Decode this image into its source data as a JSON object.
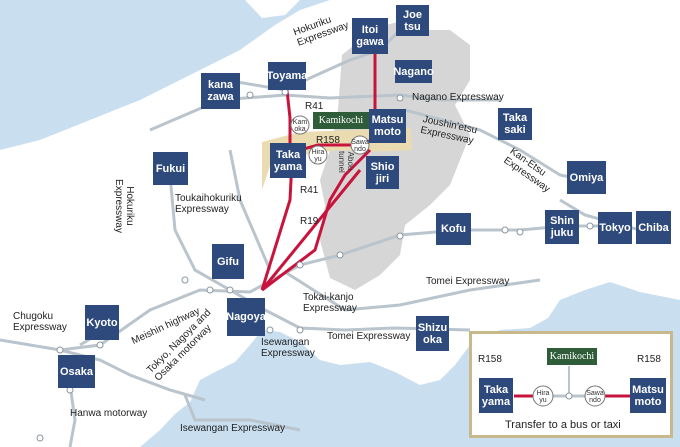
{
  "cities": {
    "joetsu": "Joe\ntsu",
    "itoigawa": "Itoi\ngawa",
    "nagano": "Nagano",
    "toyama": "Toyama",
    "kanazawa": "kana\nzawa",
    "matsumoto": "Matsu\nmoto",
    "takasaki": "Taka\nsaki",
    "fukui": "Fukui",
    "takayama": "Taka\nyama",
    "shiojiri": "Shio\njiri",
    "omiya": "Omiya",
    "kofu": "Kofu",
    "shinjuku": "Shin\njuku",
    "tokyo": "Tokyo",
    "chiba": "Chiba",
    "gifu": "Gifu",
    "nagoya": "Nagoya",
    "kyoto": "Kyoto",
    "osaka": "Osaka",
    "shizuoka": "Shizu\noka"
  },
  "destination": "Kamikochi",
  "stops": {
    "kamaoka": "Kam\noka",
    "hirayu": "Hira\nyu",
    "sawando": "Sawa\nndo"
  },
  "routes": {
    "r41_north": "R41",
    "r158": "R158",
    "r41_south": "R41",
    "r19": "R19"
  },
  "tunnel": "Abou\ntunnel",
  "expressways": {
    "hokuriku_top": "Hokuriku\nExpressway",
    "nagano_exp": "Nagano Expressway",
    "joushinetsu": "Joushin'etsu\nExpressway",
    "kanetsu": "Kan-Etsu\nExpressway",
    "hokuriku_left": "Hokuriku\nExpressway",
    "toukaihokuriku": "Toukaihokuriku\nExpressway",
    "tomei_east": "Tomei Expressway",
    "tokai_kanjo": "Tokai-kanjo\nExpressway",
    "meishin": "Meishin highway",
    "tokyo_nagoya_osaka": "Tokyo, Nagoya and\nOsaka motorway",
    "chugoku": "Chugoku\nExpressway",
    "isewangan_mid": "Isewangan\nExpressway",
    "tomei_mid": "Tomei Expressway",
    "hanwa": "Hanwa motorway",
    "isewangan_bottom": "Isewangan Expressway"
  },
  "inset": {
    "r158_left": "R158",
    "r158_right": "R158",
    "destination": "Kamikochi",
    "takayama": "Taka\nyama",
    "matsumoto": "Matsu\nmoto",
    "hirayu": "Hira\nyu",
    "sawando": "Sawa\nndo",
    "caption": "Transfer to a bus or taxi"
  },
  "colors": {
    "sea": "#c9dff0",
    "land": "#ffffff",
    "mountains": "#d6d6d6",
    "highlight": "#eadcb0",
    "road": "#c8143c",
    "expressway": "#b9c4cc",
    "city_box": "#2e4a7d",
    "destination_box": "#2f5d3a"
  }
}
